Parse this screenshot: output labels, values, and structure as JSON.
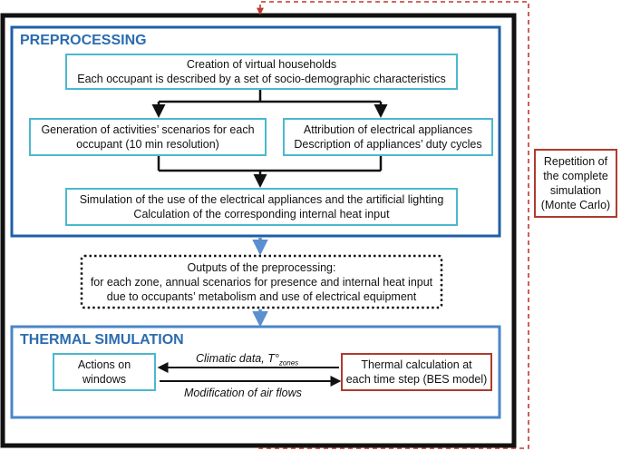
{
  "preprocessing": {
    "title": "PREPROCESSING",
    "households": {
      "line1": "Creation of virtual households",
      "line2": "Each occupant is described by a set of socio-demographic characteristics"
    },
    "activities": {
      "line1": "Generation of activities’ scenarios for each",
      "line2": "occupant (10 min resolution)"
    },
    "appliances": {
      "line1": "Attribution of electrical appliances",
      "line2": "Description of appliances’ duty cycles"
    },
    "simulation": {
      "line1": "Simulation of the use of the electrical appliances and the artificial lighting",
      "line2": "Calculation of the corresponding internal heat input"
    }
  },
  "outputs": {
    "line1": "Outputs of the preprocessing:",
    "line2": "for each zone, annual scenarios for presence and internal heat input",
    "line3": "due to occupants’ metabolism and use of electrical equipment"
  },
  "thermal": {
    "title": "THERMAL SIMULATION",
    "windows": {
      "line1": "Actions on",
      "line2": "windows"
    },
    "calculation": {
      "line1": "Thermal calculation at",
      "line2": "each time step (BES model)"
    },
    "climatic_label": "Climatic data, T°",
    "climatic_sub": "zones",
    "airflow_label": "Modification of air flows"
  },
  "repetition": {
    "line1": "Repetition of",
    "line2": "the complete",
    "line3": "simulation",
    "line4": "(Monte Carlo)"
  },
  "colors": {
    "blue_frame": "#1f5fa8",
    "teal_box": "#4bb8d0",
    "red_dashed": "#c0392b",
    "arrow_blue": "#5b8fd0"
  }
}
